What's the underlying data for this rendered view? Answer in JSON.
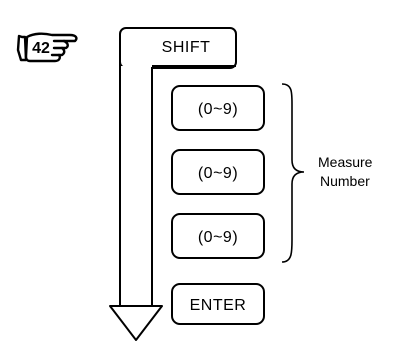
{
  "step": {
    "number": "42",
    "icon": "pointing-hand-icon"
  },
  "keys": {
    "shift": "SHIFT",
    "digit_1": "(0~9)",
    "digit_2": "(0~9)",
    "digit_3": "(0~9)",
    "enter": "ENTER"
  },
  "label": {
    "line1": "Measure",
    "line2": "Number"
  },
  "flow_arrow": {
    "direction": "down"
  }
}
